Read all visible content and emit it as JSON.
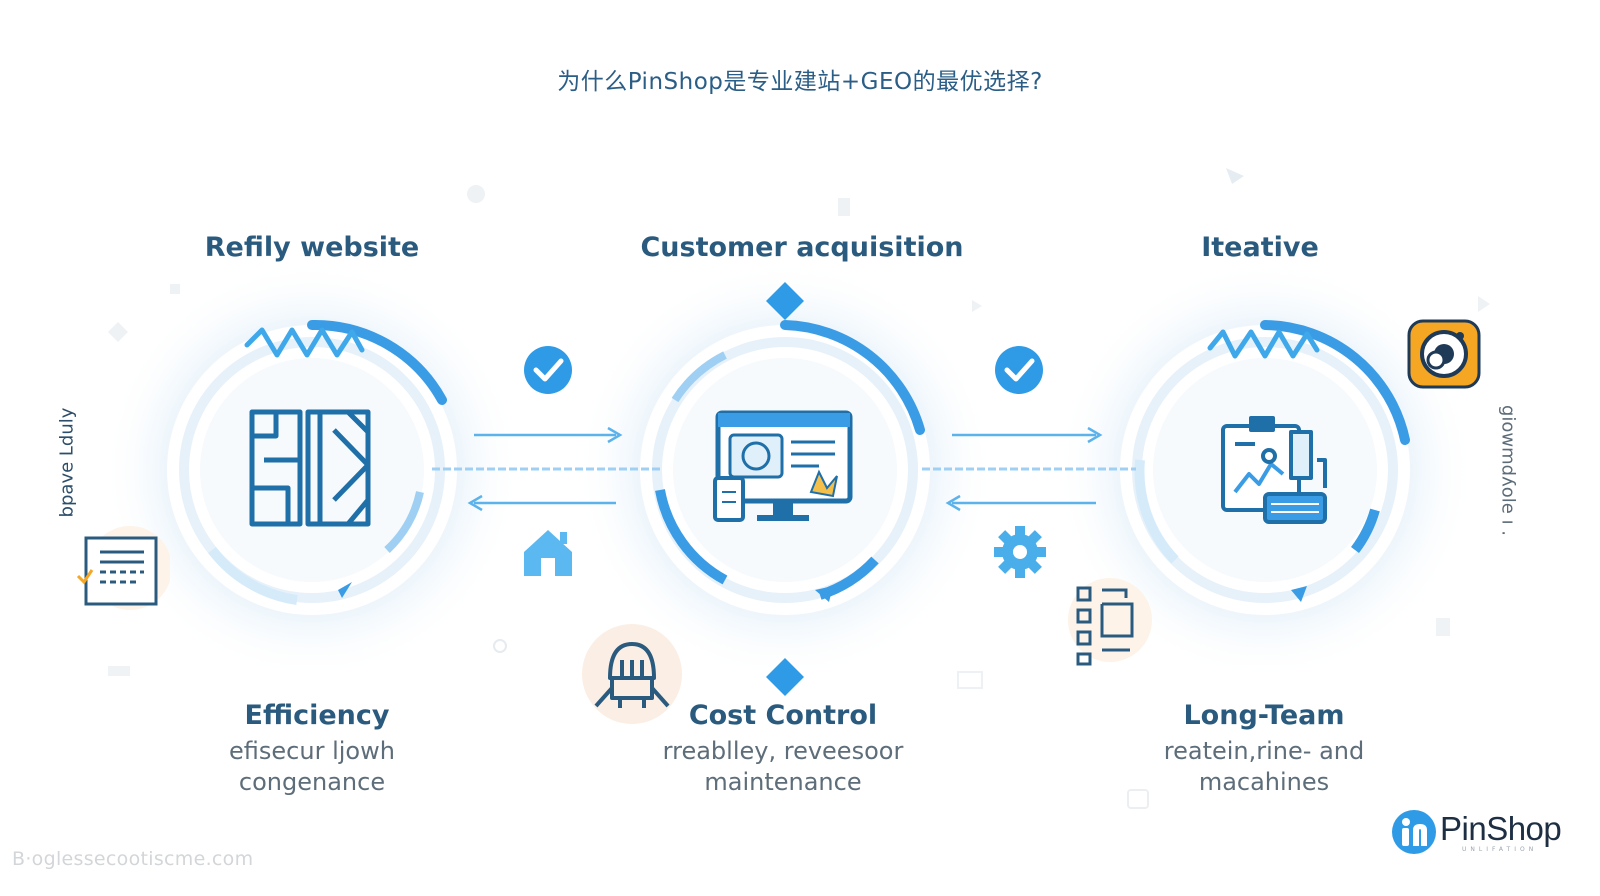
{
  "title": "为什么PinShop是专业建站+GEO的最优选择?",
  "stages": [
    {
      "label": "Refily website",
      "icon": "circuit-blocks-icon"
    },
    {
      "label": "Customer acquisition",
      "icon": "monitor-icon"
    },
    {
      "label": "Iteative",
      "icon": "clipboard-chart-icon"
    }
  ],
  "benefits": [
    {
      "title": "Efficiency",
      "line1": "efisecur ljowh",
      "line2": "congenance"
    },
    {
      "title": "Cost Control",
      "line1": "rreablley, reveesoor",
      "line2": "maintenance"
    },
    {
      "title": "Long-Team",
      "line1": "reatein,rine- and",
      "line2": "macahines"
    }
  ],
  "side_text": {
    "left": "bpave Lduly",
    "right": "giowmdʎole ı ."
  },
  "watermark": "B·oglessecootiscme.com",
  "logo": {
    "text": "PinShop",
    "subtitle": "UNLIFATION"
  },
  "colors": {
    "accent": "#2f9be6",
    "accent_light": "#cfe6f7",
    "title": "#2a5b7f",
    "text": "#5d6d79",
    "orange": "#f5a623"
  },
  "icons": {
    "check": "check-circle-icon",
    "home": "home-icon",
    "gear": "gear-icon",
    "diamond": "diamond-icon",
    "robot": "robot-icon",
    "document": "document-icon",
    "camera": "camera-app-icon",
    "structure": "structure-icon"
  }
}
